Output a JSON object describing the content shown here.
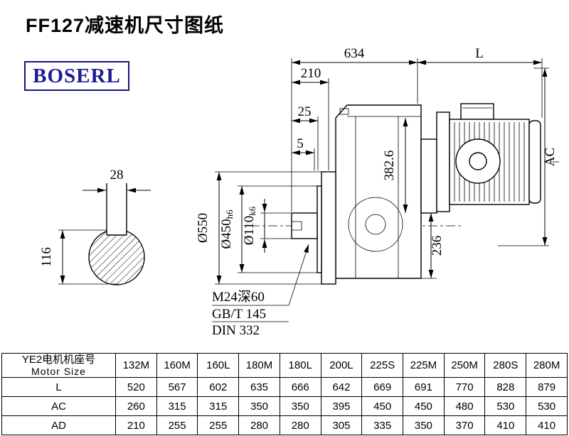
{
  "page": {
    "title": "FF127减速机尺寸图纸",
    "brand": "BOSERL"
  },
  "drawing": {
    "end_view": {
      "key_width": "28",
      "shaft_height": "116"
    },
    "dims": {
      "total_length": "634",
      "motor_length": "L",
      "shaft_extension": "210",
      "step_25": "25",
      "step_5": "5",
      "motor_width": "AC",
      "flange_diameter": "Ø550",
      "spigot_main": "Ø450",
      "spigot_suffix": "h6",
      "shaft_main": "Ø110",
      "shaft_suffix": "k6",
      "height_382": "382.6",
      "height_236": "236"
    },
    "notes": {
      "tap": "M24深60",
      "std1": "GB/T 145",
      "std2": "DIN 332"
    }
  },
  "table": {
    "header_line1": "YE2电机机座号",
    "header_line2": "Motor Size",
    "columns": [
      "132M",
      "160M",
      "160L",
      "180M",
      "180L",
      "200L",
      "225S",
      "225M",
      "250M",
      "280S",
      "280M"
    ],
    "rows": [
      {
        "label": "L",
        "values": [
          "520",
          "567",
          "602",
          "635",
          "666",
          "642",
          "669",
          "691",
          "770",
          "828",
          "879"
        ]
      },
      {
        "label": "AC",
        "values": [
          "260",
          "315",
          "315",
          "350",
          "350",
          "395",
          "450",
          "450",
          "480",
          "530",
          "530"
        ]
      },
      {
        "label": "AD",
        "values": [
          "210",
          "255",
          "255",
          "280",
          "280",
          "305",
          "335",
          "350",
          "370",
          "410",
          "410"
        ]
      }
    ]
  }
}
